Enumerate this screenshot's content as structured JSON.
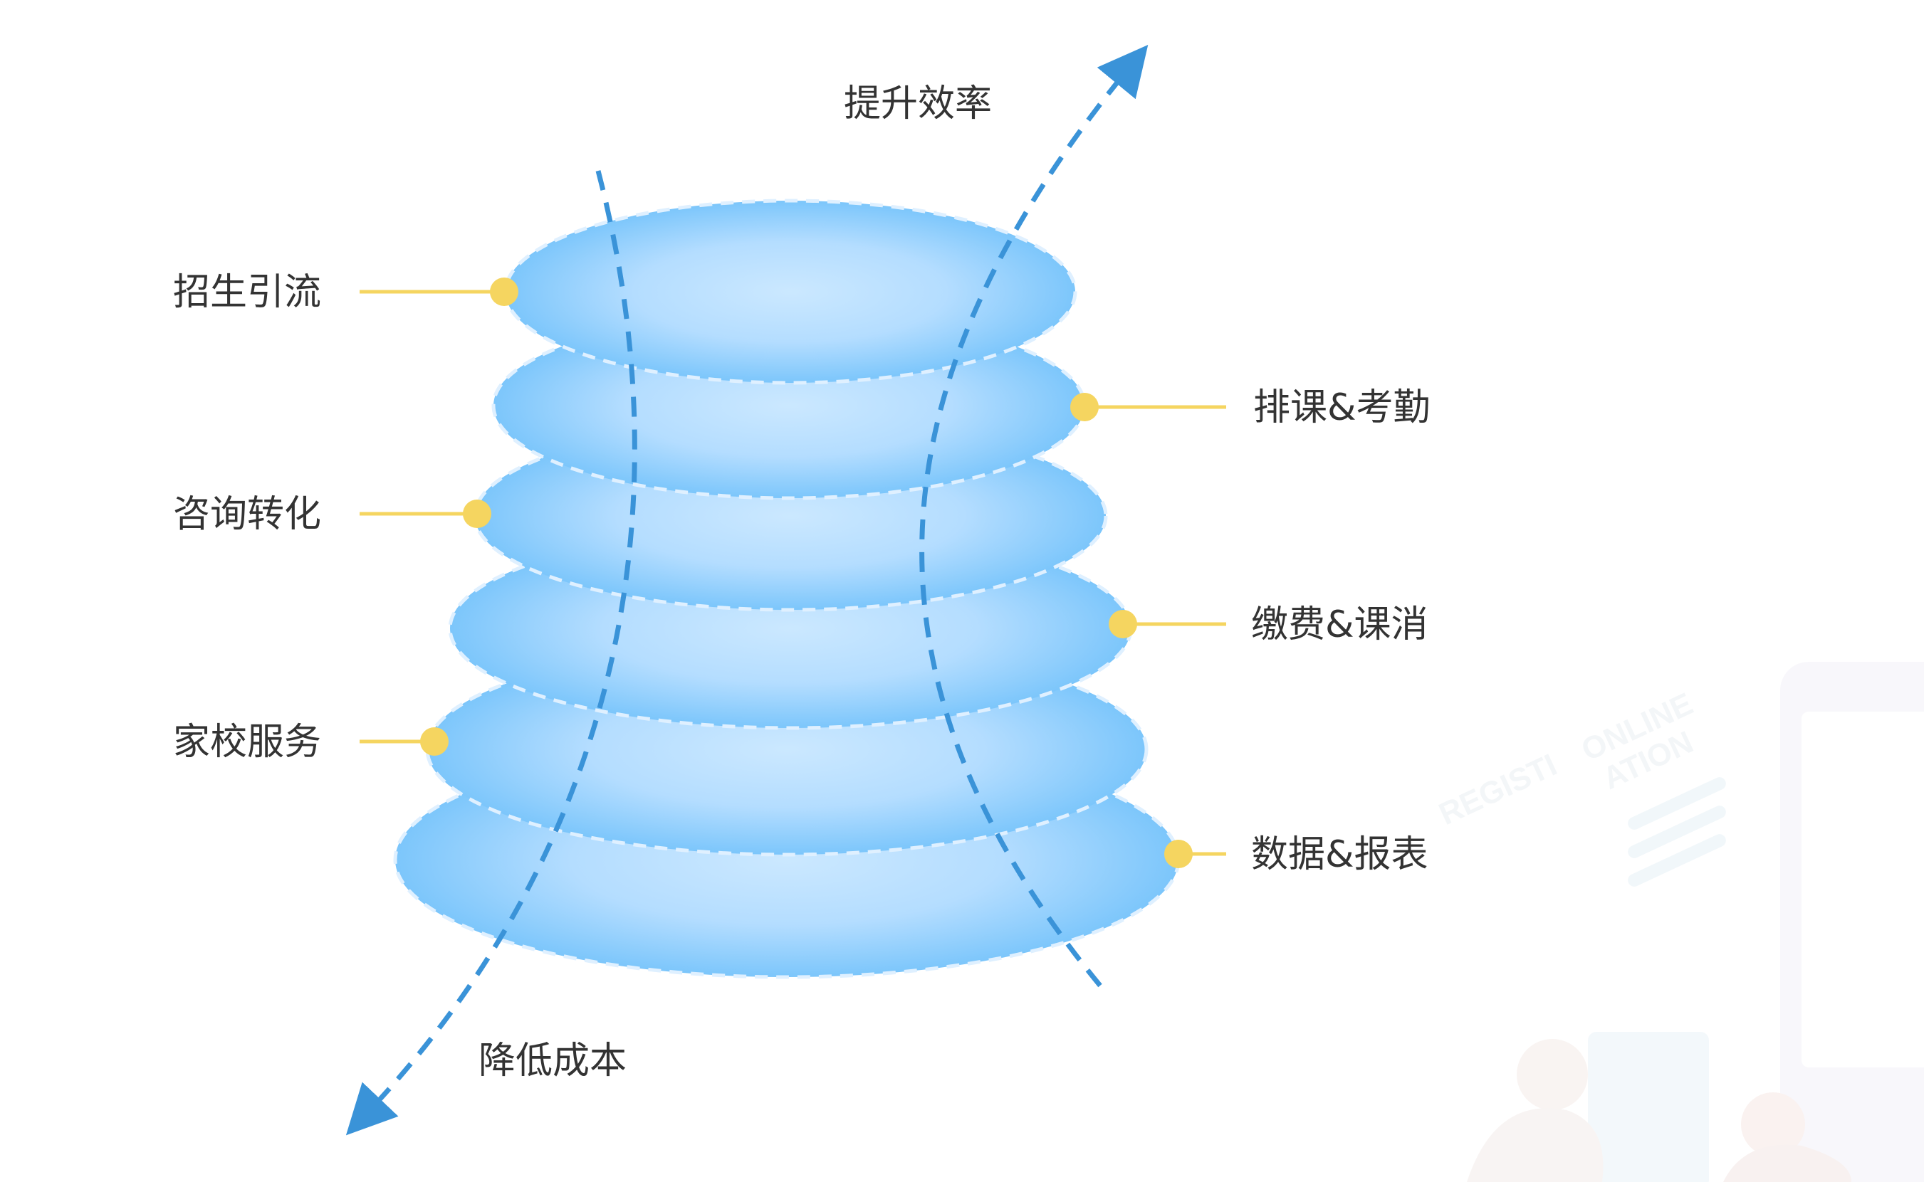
{
  "diagram": {
    "labels": {
      "top_arrow": "提升效率",
      "bottom_arrow": "降低成本"
    },
    "left_items": [
      "招生引流",
      "咨询转化",
      "家校服务"
    ],
    "right_items": [
      "排课&考勤",
      "缴费&课消",
      "数据&报表"
    ],
    "watermark": {
      "line1": "REGISTI",
      "line2": "ONLINE",
      "line3": "ATION"
    }
  },
  "colors": {
    "disc_center": "#cde9ff",
    "disc_edge": "#73c2fb",
    "arrow": "#3a93d8",
    "connector": "#f5d560",
    "text": "#333333"
  }
}
